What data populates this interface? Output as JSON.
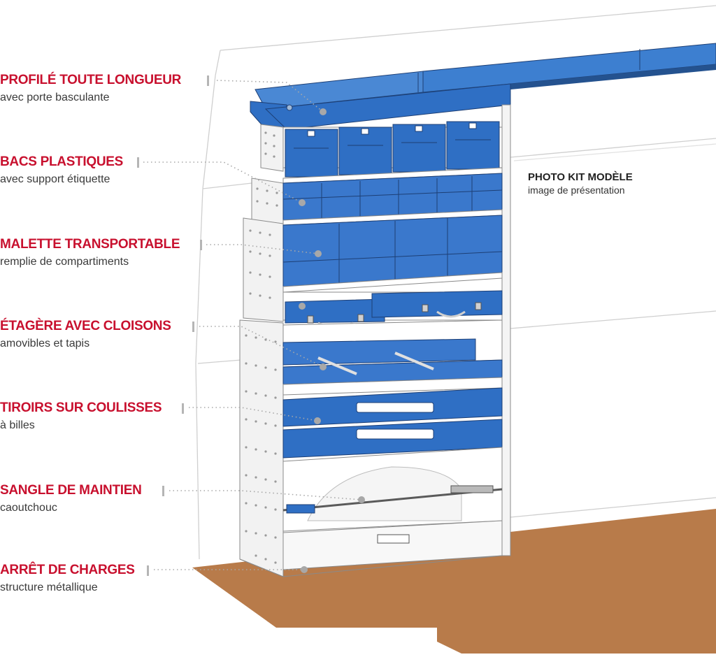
{
  "callouts": [
    {
      "id": "profile",
      "title": "PROFILÉ TOUTE LONGUEUR",
      "subtitle": "avec porte basculante"
    },
    {
      "id": "bins",
      "title": "BACS PLASTIQUES",
      "subtitle": "avec support étiquette"
    },
    {
      "id": "case",
      "title": "MALETTE TRANSPORTABLE",
      "subtitle": "remplie de compartiments"
    },
    {
      "id": "shelf",
      "title": "ÉTAGÈRE AVEC CLOISONS",
      "subtitle": "amovibles et tapis"
    },
    {
      "id": "drawers",
      "title": "TIROIRS SUR COULISSES",
      "subtitle": "à billes"
    },
    {
      "id": "strap",
      "title": "SANGLE DE MAINTIEN",
      "subtitle": "caoutchouc"
    },
    {
      "id": "stop",
      "title": "ARRÊT DE CHARGES",
      "subtitle": "structure métallique"
    }
  ],
  "photo_note": {
    "title": "PHOTO KIT MODÈLE",
    "subtitle": "image de présentation"
  },
  "colors": {
    "callout_title": "#c8102e",
    "furniture_blue": "#2f6fc4",
    "floor": "#b87b4a",
    "leader_dots": "#a8a8a8"
  }
}
